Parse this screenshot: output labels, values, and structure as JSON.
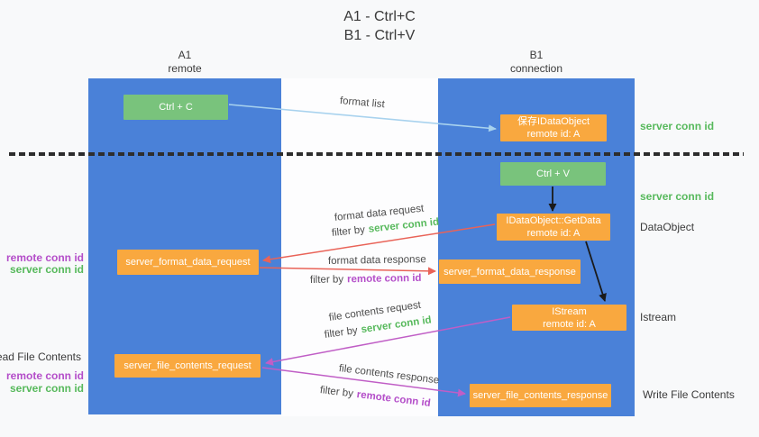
{
  "title": {
    "line1": "A1 - Ctrl+C",
    "line2": "B1 - Ctrl+V"
  },
  "columns": {
    "a1": {
      "name": "A1",
      "subtitle": "remote"
    },
    "b1": {
      "name": "B1",
      "subtitle": "connection"
    }
  },
  "nodes": {
    "ctrl_c": {
      "label": "Ctrl + C"
    },
    "save_dataobject": {
      "line1": "保存IDataObject",
      "line2": "remote id: A"
    },
    "ctrl_v": {
      "label": "Ctrl + V"
    },
    "getdata": {
      "line1": "IDataObject::GetData",
      "line2": "remote id: A"
    },
    "format_request": {
      "label": "server_format_data_request"
    },
    "format_response": {
      "label": "server_format_data_response"
    },
    "istream": {
      "line1": "IStream",
      "line2": "remote id: A"
    },
    "file_request": {
      "label": "server_file_contents_request"
    },
    "file_response": {
      "label": "server_file_contents_response"
    }
  },
  "arrows": {
    "format_list": {
      "label": "format list"
    },
    "format_data_request": {
      "label": "format data request",
      "filter_prefix": "filter by",
      "filter_key": "server conn id"
    },
    "format_data_response": {
      "label": "format data response",
      "filter_prefix": "filter by",
      "filter_key": "remote conn id"
    },
    "file_contents_request": {
      "label": "file contents request",
      "filter_prefix": "filter by",
      "filter_key": "server conn id"
    },
    "file_contents_response": {
      "label": "file contents response",
      "filter_prefix": "filter by",
      "filter_key": "remote conn id"
    }
  },
  "side_labels": {
    "right_top_server_conn_id": "server conn id",
    "right_mid_server_conn_id": "server conn id",
    "dataobject": "DataObject",
    "istream": "Istream",
    "write_file_contents": "Write File Contents",
    "left_format_remote_conn_id": "remote conn id",
    "left_format_server_conn_id": "server conn id",
    "read_file_contents": "Read File Contents",
    "left_file_remote_conn_id": "remote conn id",
    "left_file_server_conn_id": "server conn id"
  },
  "colors": {
    "column_blue": "#4a81d8",
    "box_green": "#79c37c",
    "box_orange": "#f9a83f",
    "text_green": "#57b95c",
    "text_purple": "#b44ec9",
    "arrow_red": "#e96358",
    "arrow_purple": "#c05ec6",
    "arrow_lightblue": "#a8d2ee",
    "arrow_black": "#1a1a1a"
  }
}
